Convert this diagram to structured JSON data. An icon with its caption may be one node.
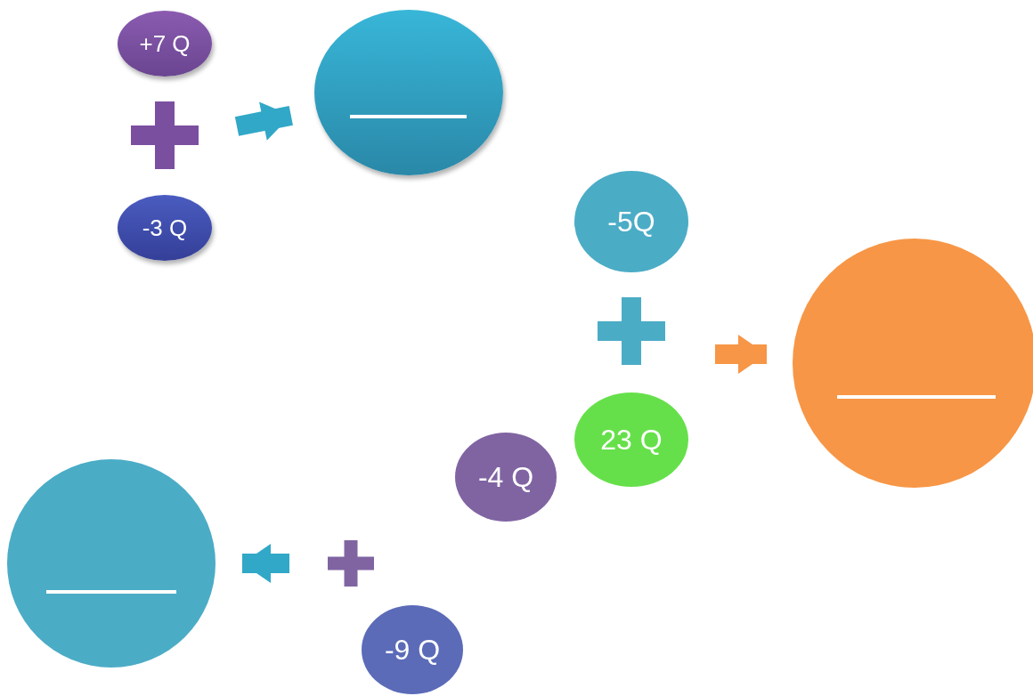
{
  "diagram": {
    "nodes": [
      {
        "text": [
          "+7 Q"
        ]
      },
      {
        "text": [
          "-3 Q"
        ]
      },
      {
        "text": [],
        "shape": "circle"
      },
      {
        "text": [
          "-5Q"
        ]
      },
      {
        "text": [
          "23 Q"
        ]
      },
      {
        "text": [
          "-4 Q"
        ]
      },
      {
        "text": [],
        "shape": "circle"
      },
      {
        "text": [
          "-9 Q"
        ]
      },
      {
        "text": [],
        "shape": "circle"
      }
    ],
    "edges": [
      {
        "from": null,
        "to": 2,
        "arrow": "to"
      },
      {
        "from": null,
        "to": 6,
        "arrow": "to",
        "color": "#f79646"
      },
      {
        "from": null,
        "to": 8,
        "arrow": "to"
      }
    ]
  }
}
